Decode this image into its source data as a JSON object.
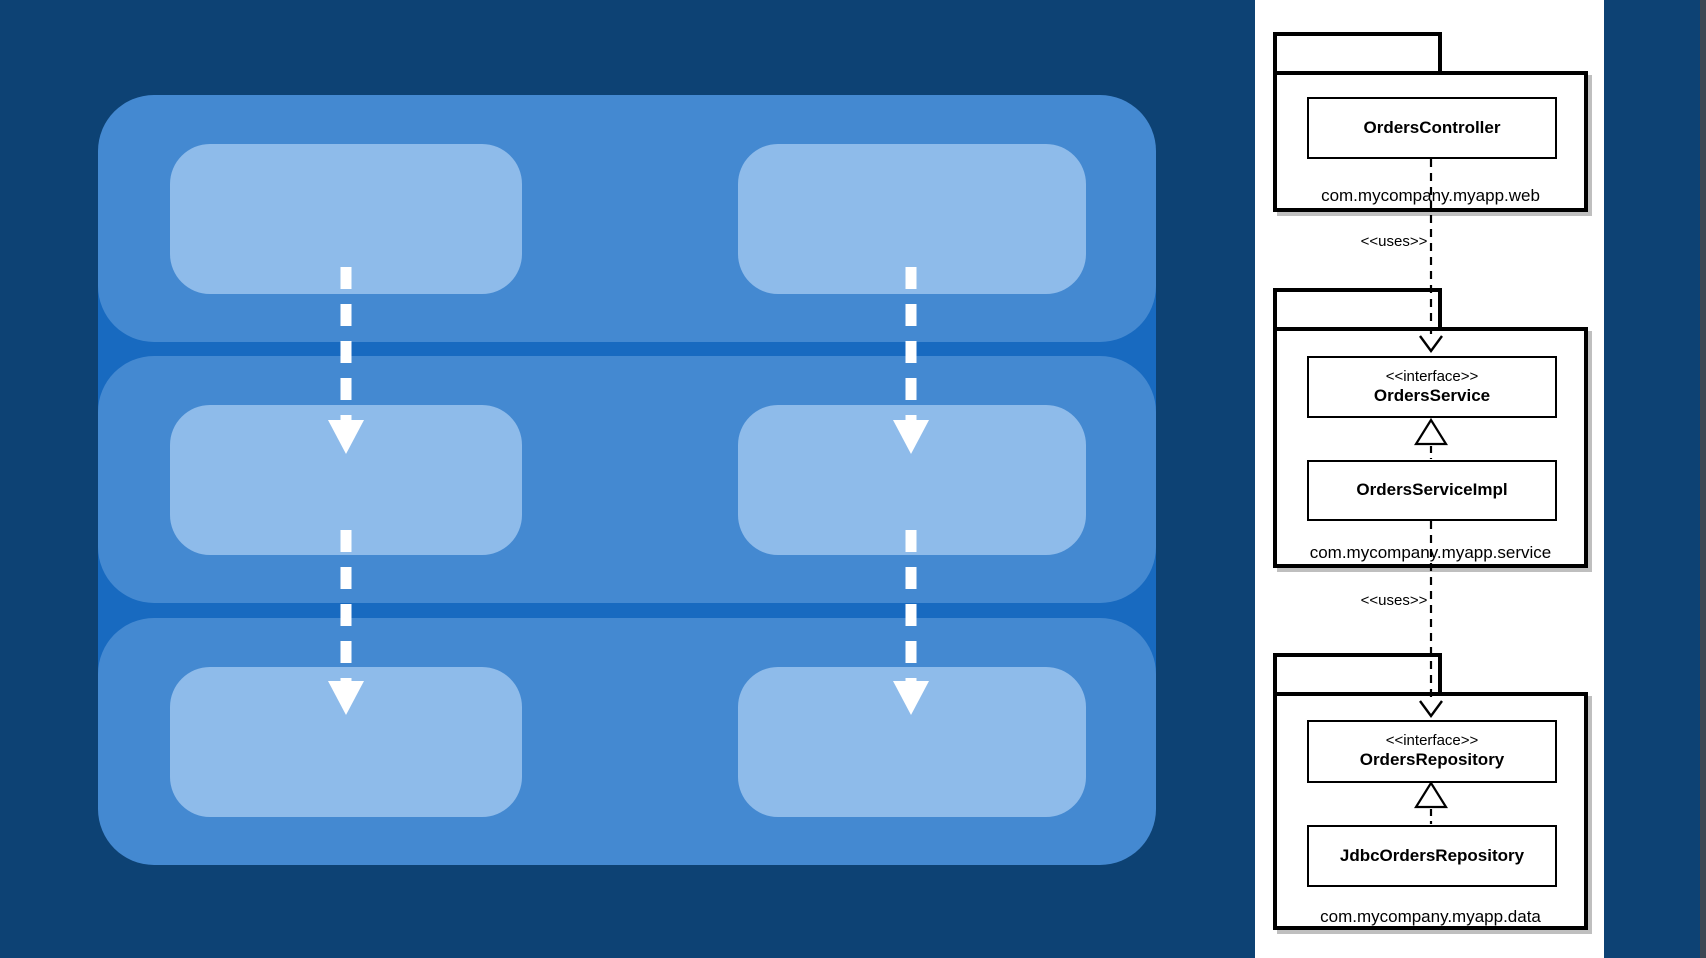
{
  "colors": {
    "page_background": "#0d4274",
    "container_blue": "#186ac0",
    "layer_blue": "#4489d1",
    "module_blue": "#8ebbea",
    "arrow_white": "#ffffff",
    "panel_background": "#ffffff",
    "diagram_line": "#000000",
    "right_edge_strip": "#3d4653"
  },
  "left_diagram": {
    "layers": [
      {
        "id": "top"
      },
      {
        "id": "middle"
      },
      {
        "id": "bottom"
      }
    ]
  },
  "uml": {
    "packages": [
      {
        "label": "com.mycompany.myapp.web",
        "class_name": "OrdersController"
      },
      {
        "label": "com.mycompany.myapp.service",
        "stereotype": "<<interface>>",
        "interface_name": "OrdersService",
        "impl_name": "OrdersServiceImpl"
      },
      {
        "label": "com.mycompany.myapp.data",
        "stereotype": "<<interface>>",
        "interface_name": "OrdersRepository",
        "impl_name": "JdbcOrdersRepository"
      }
    ],
    "uses": [
      "<<uses>>",
      "<<uses>>"
    ]
  }
}
